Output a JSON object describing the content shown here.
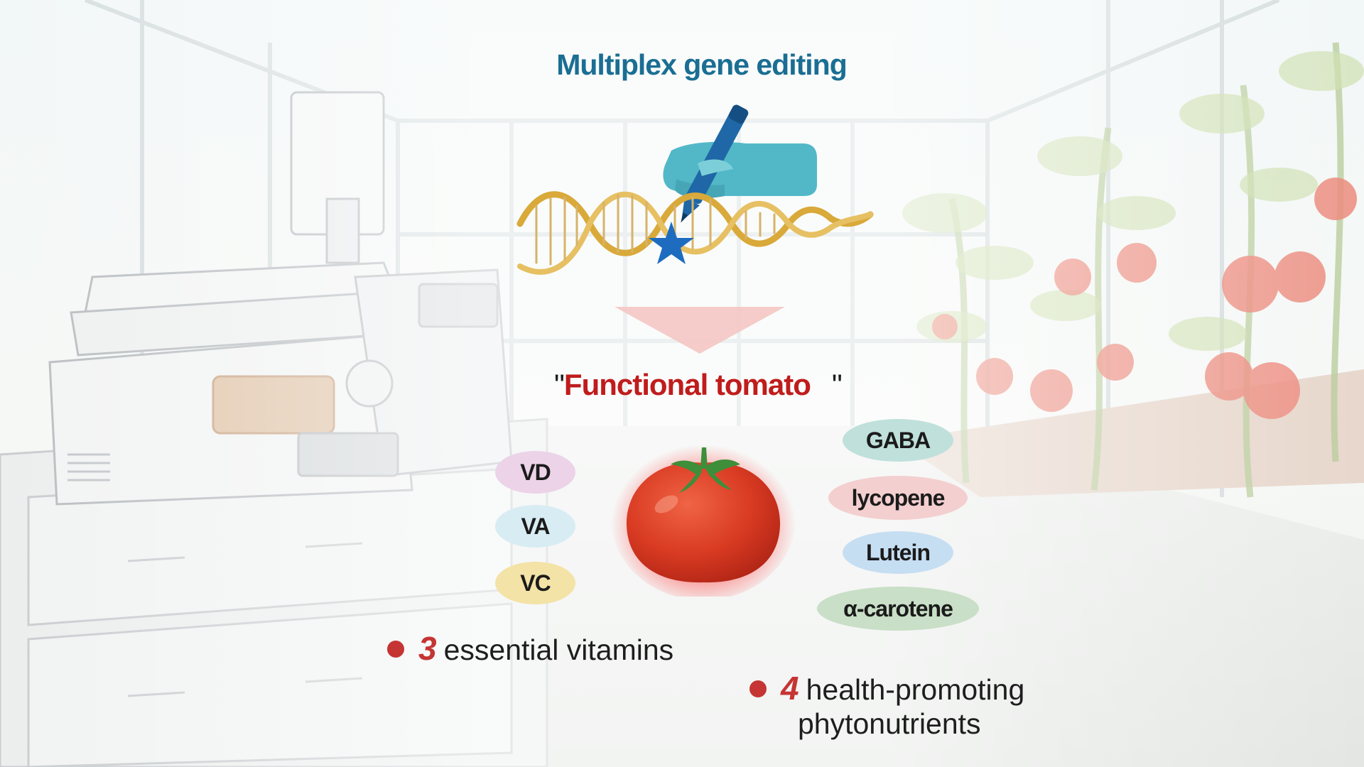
{
  "title": "Multiplex gene editing",
  "product": {
    "quote_open": "\"",
    "name": "Functional tomato",
    "quote_close": "\""
  },
  "vitamins": [
    "VD",
    "VA",
    "VC"
  ],
  "phytonutrients": [
    "GABA",
    "lycopene",
    "Lutein",
    "α-carotene"
  ],
  "bullets": {
    "vitamins": {
      "count": "3",
      "text": "essential vitamins"
    },
    "phyto": {
      "count": "4",
      "line1": "health-promoting",
      "line2": "phytonutrients"
    }
  },
  "colors": {
    "title": "#1a6e93",
    "accent_red": "#c01c1c",
    "bullet_red": "#c43533",
    "hand": "#52b8c8",
    "pen": "#1f67a6",
    "dna": "#d9a93a",
    "star": "#1e6cc0",
    "pill_vd": "#ecd3e8",
    "pill_va": "#d8ecf3",
    "pill_vc": "#f3e3a6",
    "pill_gaba": "#bfe0db",
    "pill_lycopene": "#f4cfcf",
    "pill_lutein": "#c6def2",
    "pill_carotene": "#c9dfc7"
  },
  "icons": [
    "hand-writing-pen-icon",
    "dna-helix-icon",
    "edit-star-icon",
    "down-arrow-icon",
    "tomato-icon"
  ]
}
